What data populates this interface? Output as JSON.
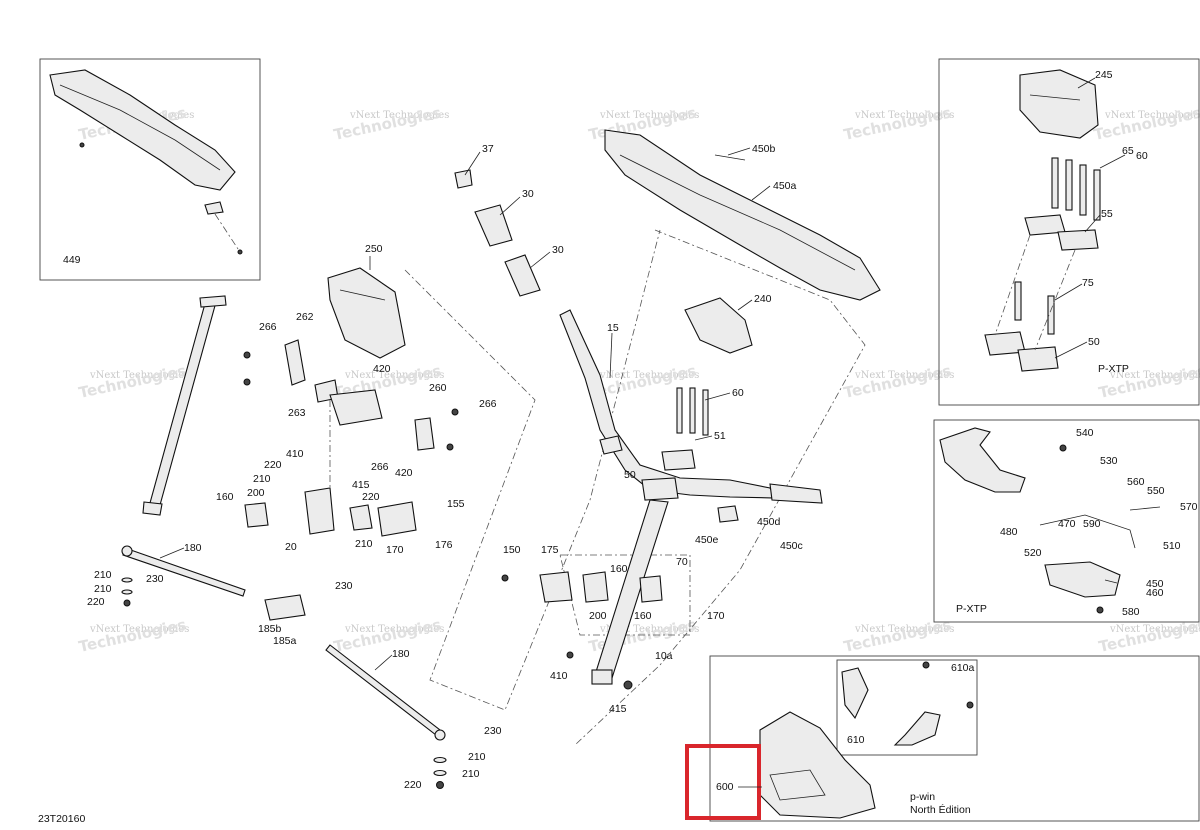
{
  "diagram_code": "23T20160",
  "watermark": {
    "line1": "vNext",
    "line2": "Technologies",
    "combined": "vNext Technologies"
  },
  "insets": {
    "top_left": {
      "label": "449"
    },
    "top_right": {
      "label": "P-XTP"
    },
    "mid_right": {
      "label": "P-XTP"
    },
    "bottom_right": {
      "note_line1": "p-win",
      "note_line2": "North Édition"
    }
  },
  "highlight": {
    "label": "600",
    "color": "#d9262c"
  },
  "labels": {
    "l37": "37",
    "l30a": "30",
    "l30b": "30",
    "l450b": "450b",
    "l450a": "450a",
    "l240": "240",
    "l15": "15",
    "l60": "60",
    "l51": "51",
    "l50": "50",
    "l450d": "450d",
    "l450e": "450e",
    "l450c": "450c",
    "l70": "70",
    "l170b": "170",
    "l160b": "160",
    "l160c": "160",
    "l200b": "200",
    "l175": "175",
    "l150": "150",
    "l10a": "10a",
    "l410b": "410",
    "l415b": "415",
    "l250": "250",
    "l262": "262",
    "l266a": "266",
    "l266b": "266",
    "l266c": "266",
    "l420a": "420",
    "l420b": "420",
    "l260": "260",
    "l263": "263",
    "l220a": "220",
    "l410a": "410",
    "l210a": "210",
    "l415a": "415",
    "l220b": "220",
    "l155": "155",
    "l160a": "160",
    "l200a": "200",
    "l20": "20",
    "l210b": "210",
    "l170a": "170",
    "l176": "176",
    "l180a": "180",
    "l210c": "210",
    "l230a": "230",
    "l210d": "210",
    "l220c": "220",
    "l230b": "230",
    "l185b": "185b",
    "l185a": "185a",
    "l180b": "180",
    "l230c": "230",
    "l210e": "210",
    "l210f": "210",
    "l220d": "220",
    "l245": "245",
    "l65": "65",
    "l60b": "60",
    "l55": "55",
    "l75": "75",
    "l50b": "50",
    "l540": "540",
    "l530": "530",
    "l560": "560",
    "l550": "550",
    "l570": "570",
    "l480": "480",
    "l470": "470",
    "l590": "590",
    "l520": "520",
    "l510": "510",
    "l450": "450",
    "l460": "460",
    "l580": "580",
    "l610a": "610a",
    "l610": "610"
  }
}
